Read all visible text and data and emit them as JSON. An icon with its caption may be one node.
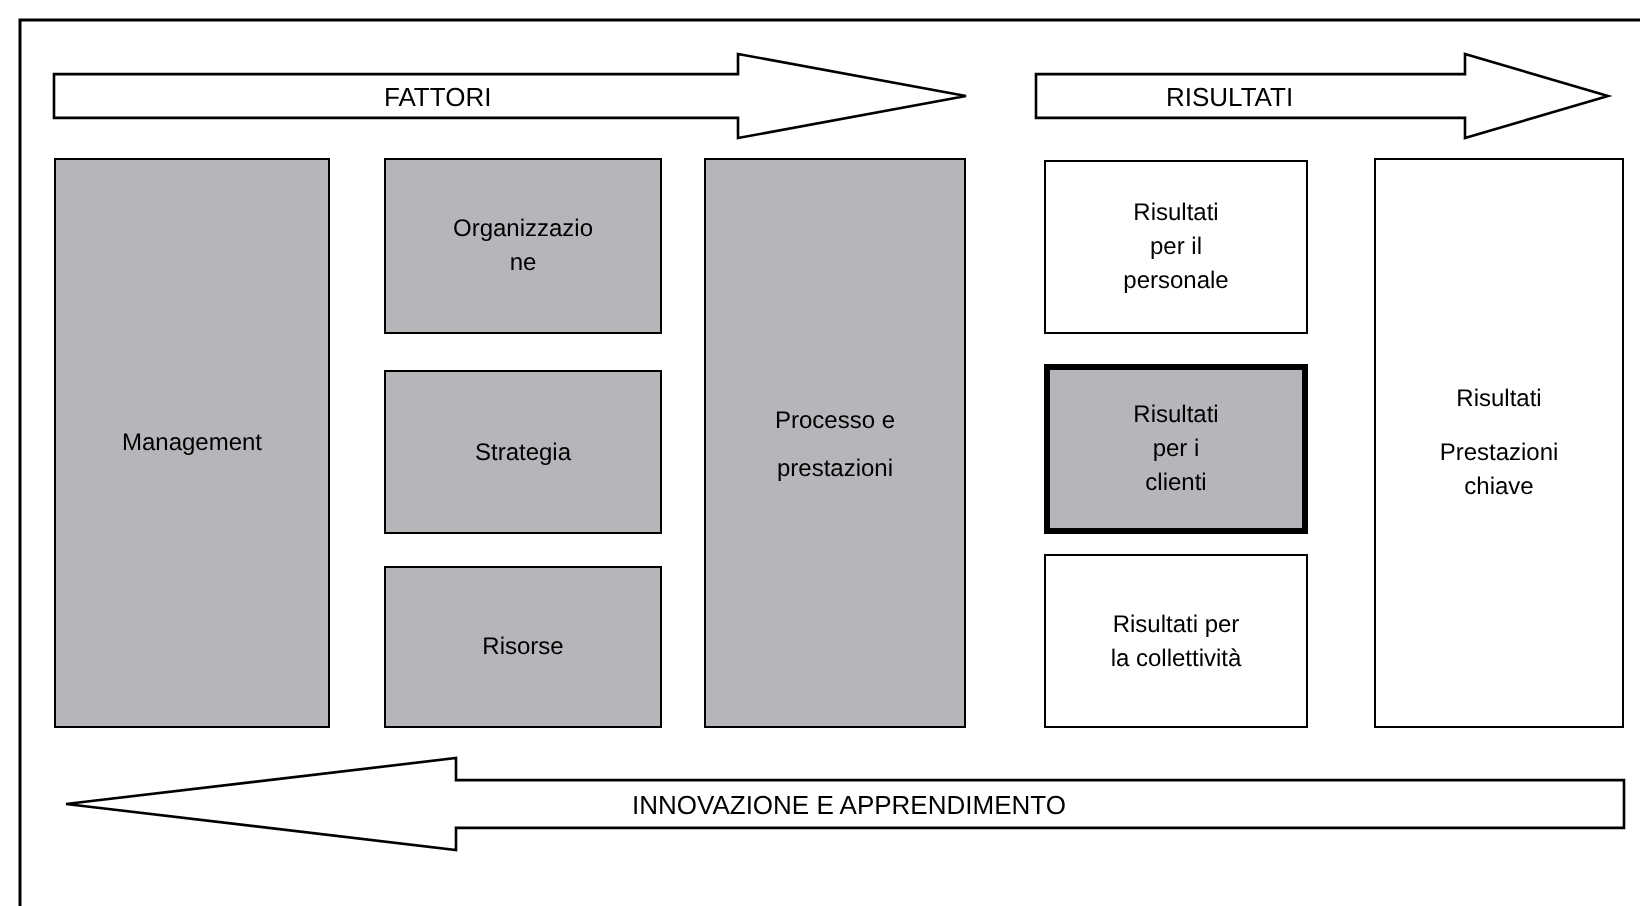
{
  "diagram": {
    "nodes": [
      {
        "text": [
          "FATTORI"
        ]
      },
      {
        "text": [
          "RISULTATI"
        ]
      },
      {
        "text": [
          "Management"
        ]
      },
      {
        "text": [
          "Organizzazione"
        ]
      },
      {
        "text": [
          "Strategia"
        ]
      },
      {
        "text": [
          "Risorse"
        ]
      },
      {
        "text": [
          "Processo e prestazioni"
        ]
      },
      {
        "text": [
          "Risultati per il personale"
        ]
      },
      {
        "text": [
          "Risultati per i clienti"
        ]
      },
      {
        "text": [
          "Risultati per la collettività"
        ]
      },
      {
        "text": [
          "Risultati",
          "Prestazioni chiave"
        ]
      },
      {
        "text": [
          "INNOVAZIONE E APPRENDIMENTO"
        ]
      }
    ]
  }
}
